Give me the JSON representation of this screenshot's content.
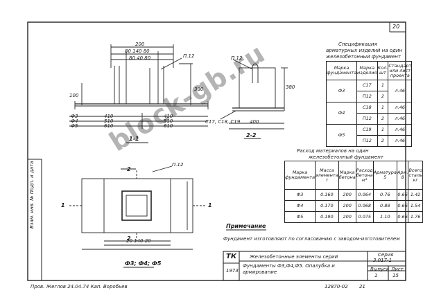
{
  "page_number": "20",
  "watermark": "block-gb.ru",
  "spec": {
    "title": [
      "Спецификация",
      "арматурных изделий на один",
      "железобетонный фундамент"
    ],
    "headers": [
      "Марка фундамента",
      "Марка изделия",
      "Кол. шт",
      "Стандарт или лист проекта"
    ],
    "rows": [
      {
        "mark": "Ф3",
        "item": "С17",
        "qty": "1",
        "sheet": "л.46"
      },
      {
        "item": "П12",
        "qty": "2"
      },
      {
        "mark": "Ф4",
        "item": "С18",
        "qty": "1",
        "sheet": "л.46"
      },
      {
        "item": "П12",
        "qty": "2",
        "sheet": "л.46"
      },
      {
        "mark": "Ф5",
        "item": "С19",
        "qty": "1",
        "sheet": "л.46"
      },
      {
        "item": "П12",
        "qty": "2",
        "sheet": "л.46"
      }
    ]
  },
  "materials": {
    "title": [
      "Расход материалов на один",
      "железобетонный фундамент"
    ],
    "headers": [
      "Марка фундамента",
      "Масса элемента т",
      "Марка бетона",
      "Расход бетона м³",
      "Арматура 5",
      "Арм. 8",
      "Всего сталь кг"
    ],
    "rows": [
      [
        "Ф3",
        "0.160",
        "200",
        "0.064",
        "0.76",
        "0.66",
        "1.42"
      ],
      [
        "Ф4",
        "0.170",
        "200",
        "0.068",
        "0.88",
        "0.66",
        "1.54"
      ],
      [
        "Ф5",
        "0.190",
        "200",
        "0.075",
        "1.10",
        "0.66",
        "1.76"
      ]
    ]
  },
  "labels": {
    "dim_top": "200",
    "dim_top2": "80 140 80",
    "dim_top3": "80 40 80",
    "p12_a": "П.12",
    "dim_h1": "380",
    "dim_h2": "100",
    "f3": "Ф3",
    "f4": "Ф4",
    "f5": "Ф5",
    "d0": "410",
    "d1": "510",
    "d2": "610",
    "section_1_1": "1-1",
    "p12_b": "П.12",
    "dim_h3": "380",
    "c17_c19": "С17, С18, С19",
    "dim_400": "400",
    "section_2_2": "2-2",
    "cut_1": "1",
    "cut_2": "2",
    "p12_c": "П.12",
    "plan_dims": "20 140 20",
    "plan_title": "Ф3; Ф4; Ф5"
  },
  "note": {
    "heading": "Примечание",
    "text": "Фундамент изготовляют по согласованию с заводом-изготовителем"
  },
  "title_block": {
    "tk": "ТК",
    "year": "1973",
    "main_title": "Железобетонные элементы серий",
    "subtitle_1": "Фундаменты Ф3,Ф4,Ф5. Опалубка и",
    "subtitle_2": "армирование",
    "series_label": "Серия",
    "series_value": "3.017-1",
    "issue_label": "Выпуск",
    "sheet_label": "Лист",
    "issue_value": "1",
    "sheet_value": "15"
  },
  "footer": {
    "signatures": "Пров. Жеглов 24.04.74  Кап. Воробьев",
    "copy_no": "12870-02",
    "page": "21"
  },
  "side_strip": "Взам. инв. №  Подп. и дата"
}
